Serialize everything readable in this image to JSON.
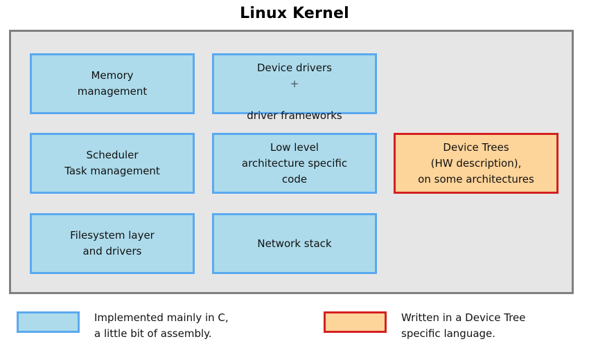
{
  "diagram": {
    "title": "Linux Kernel",
    "type": "block-diagram",
    "container_label": "Linux Kernel container",
    "colors": {
      "c_fill": "#addbeb",
      "c_border": "#5aa9f0",
      "dt_fill": "#fdd49a",
      "dt_border": "#d42020",
      "container_fill": "#e6e6e6",
      "container_border": "#808080",
      "text": "#111111",
      "plus_sign": "#4a5560"
    },
    "blocks": [
      {
        "id": "memory-management",
        "text": "Memory\nmanagement",
        "category": "c",
        "row": 1,
        "col": 1
      },
      {
        "id": "device-drivers",
        "text_line1": "Device drivers",
        "plus": "+",
        "text_line3": "driver frameworks",
        "category": "c",
        "row": 1,
        "col": 2
      },
      {
        "id": "scheduler",
        "text": "Scheduler\nTask management",
        "category": "c",
        "row": 2,
        "col": 1
      },
      {
        "id": "low-level-arch-code",
        "text": "Low level\narchitecture specific\ncode",
        "category": "c",
        "row": 2,
        "col": 2
      },
      {
        "id": "device-trees",
        "text": "Device Trees\n(HW description),\non some architectures",
        "category": "device-tree",
        "row": 2,
        "col": 3
      },
      {
        "id": "filesystem-layer",
        "text": "Filesystem layer\nand drivers",
        "category": "c",
        "row": 3,
        "col": 1
      },
      {
        "id": "network-stack",
        "text": "Network stack",
        "category": "c",
        "row": 3,
        "col": 2
      }
    ],
    "legend": [
      {
        "id": "legend-c",
        "swatch": "c",
        "label": "Implemented mainly in C,\na little bit of assembly."
      },
      {
        "id": "legend-device-tree",
        "swatch": "device-tree",
        "label": "Written in a Device Tree\nspecific language."
      }
    ]
  }
}
